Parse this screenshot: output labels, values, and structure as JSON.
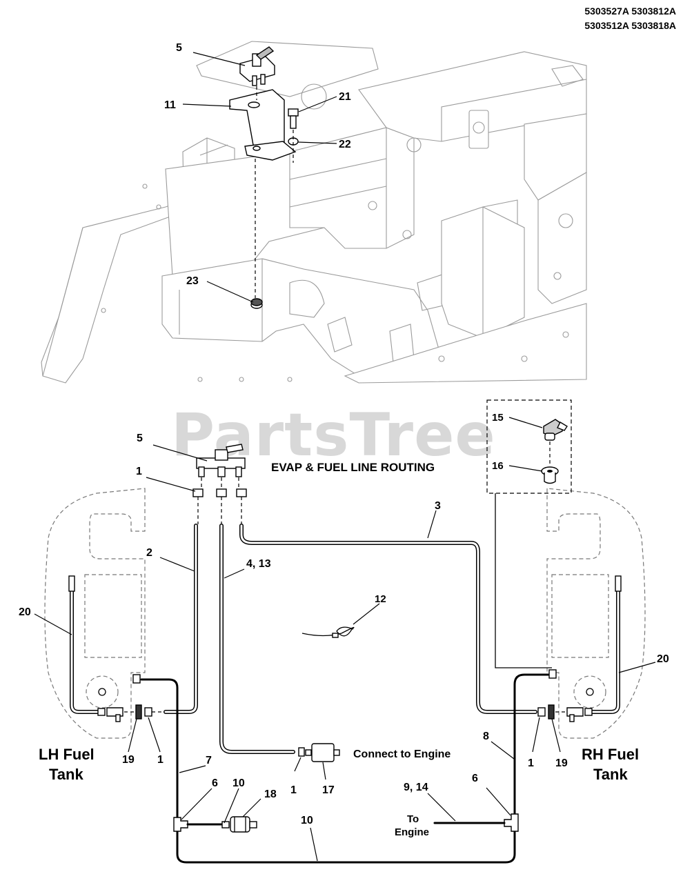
{
  "model_codes": [
    "5303527A  5303812A",
    "5303512A  5303818A"
  ],
  "watermark": "PartsTree",
  "title": "EVAP & FUEL LINE ROUTING",
  "top_callouts": {
    "c5": "5",
    "c11": "11",
    "c21": "21",
    "c22": "22",
    "c23": "23"
  },
  "callouts": {
    "c1_top": "1",
    "c5": "5",
    "c2": "2",
    "c4_13": "4, 13",
    "c3": "3",
    "c12": "12",
    "c15": "15",
    "c16": "16",
    "c20_left": "20",
    "c20_right": "20",
    "c19_left": "19",
    "c1_left": "1",
    "c7": "7",
    "c1_engine": "1",
    "c17": "17",
    "c8": "8",
    "c1_right": "1",
    "c19_right": "19",
    "c6_left": "6",
    "c10_top": "10",
    "c18": "18",
    "c10_bottom": "10",
    "c9_14": "9, 14",
    "c6_right": "6"
  },
  "labels": {
    "lh_tank_line1": "LH Fuel",
    "lh_tank_line2": "Tank",
    "rh_tank_line1": "RH Fuel",
    "rh_tank_line2": "Tank",
    "connect_engine": "Connect to Engine",
    "to_engine_line1": "To",
    "to_engine_line2": "Engine"
  }
}
